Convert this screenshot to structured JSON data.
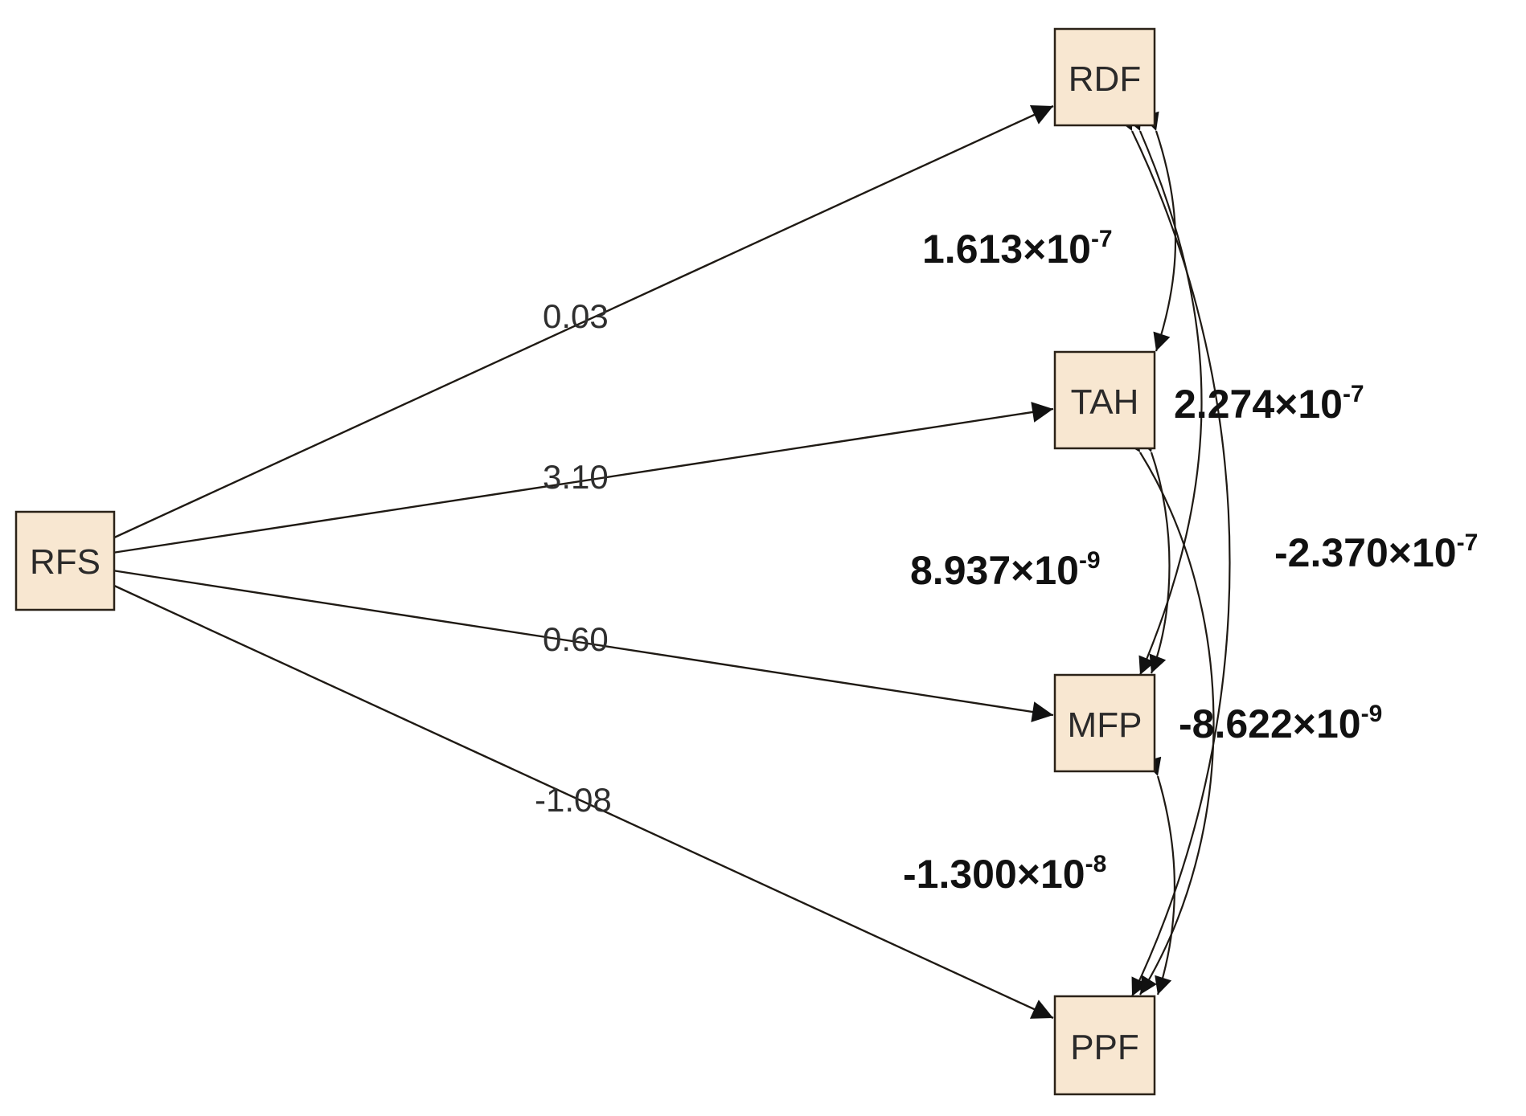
{
  "diagram": {
    "nodes": {
      "rfs": "RFS",
      "rdf": "RDF",
      "tah": "TAH",
      "mfp": "MFP",
      "ppf": "PPF"
    },
    "paths": [
      {
        "from": "RFS",
        "to": "RDF",
        "label": "0.03"
      },
      {
        "from": "RFS",
        "to": "TAH",
        "label": "3.10"
      },
      {
        "from": "RFS",
        "to": "MFP",
        "label": "0.60"
      },
      {
        "from": "RFS",
        "to": "PPF",
        "label": "-1.08"
      }
    ],
    "covariances": [
      {
        "between": [
          "RDF",
          "TAH"
        ],
        "base": "1.613×10",
        "exp": "-7"
      },
      {
        "between": [
          "RDF",
          "MFP"
        ],
        "base": "2.274×10",
        "exp": "-7"
      },
      {
        "between": [
          "TAH",
          "MFP"
        ],
        "base": "8.937×10",
        "exp": "-9"
      },
      {
        "between": [
          "RDF",
          "PPF"
        ],
        "base": "-2.370×10",
        "exp": "-7"
      },
      {
        "between": [
          "TAH",
          "PPF"
        ],
        "base": "-8.622×10",
        "exp": "-9"
      },
      {
        "between": [
          "MFP",
          "PPF"
        ],
        "base": "-1.300×10",
        "exp": "-8"
      }
    ]
  },
  "colors": {
    "node_fill": "#f8e7d1",
    "line": "#1f1a14"
  }
}
